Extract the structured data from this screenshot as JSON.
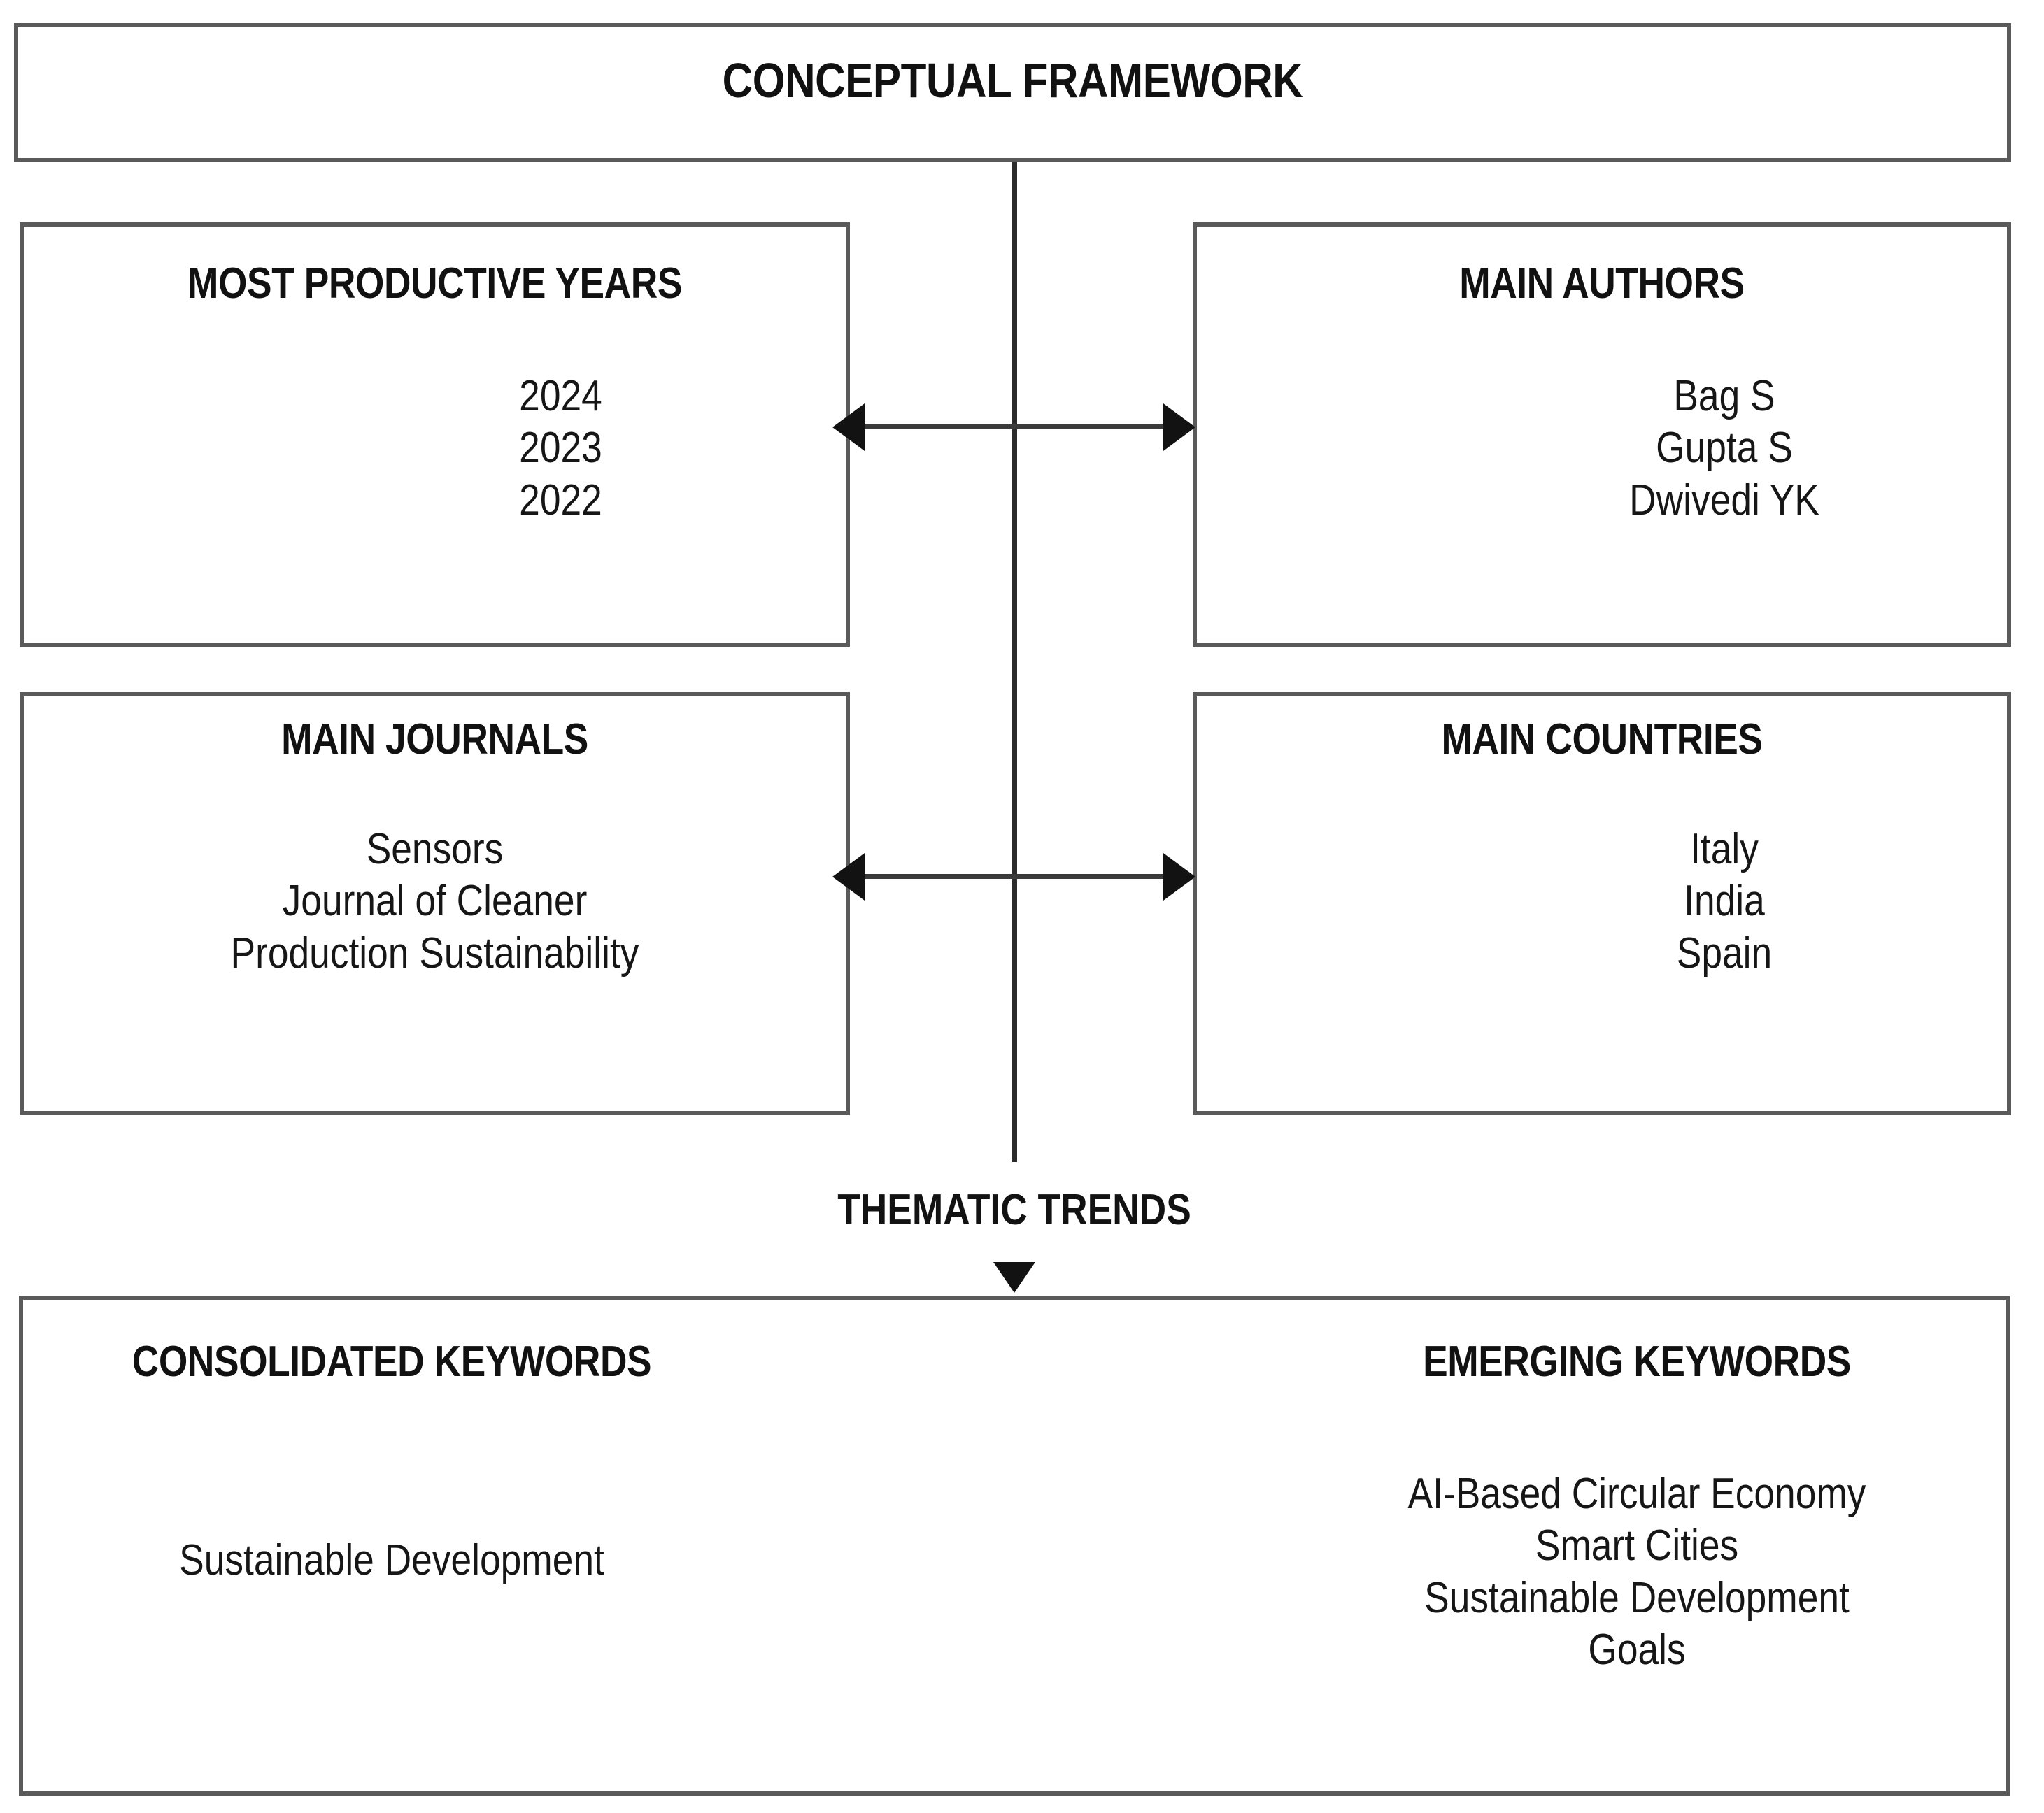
{
  "diagram": {
    "title": "CONCEPTUAL FRAMEWORK",
    "center_label": "THEMATIC TRENDS",
    "panels": {
      "most_productive_years": {
        "heading": "MOST PRODUCTIVE YEARS",
        "items": [
          "2024",
          "2023",
          "2022"
        ]
      },
      "main_authors": {
        "heading": "MAIN AUTHORS",
        "items": [
          "Bag S",
          "Gupta S",
          "Dwivedi YK"
        ]
      },
      "main_journals": {
        "heading": "MAIN JOURNALS",
        "items": [
          "Sensors",
          "Journal of Cleaner",
          "Production Sustainability"
        ]
      },
      "main_countries": {
        "heading": "MAIN COUNTRIES",
        "items": [
          "Italy",
          "India",
          "Spain"
        ]
      },
      "consolidated_keywords": {
        "heading": "CONSOLIDATED KEYWORDS",
        "items": [
          "Sustainable Development"
        ]
      },
      "emerging_keywords": {
        "heading": "EMERGING KEYWORDS",
        "items": [
          "AI-Based Circular Economy",
          "Smart Cities",
          "Sustainable Development",
          "Goals"
        ]
      }
    },
    "colors": {
      "border": "#5a5a5a",
      "connector": "#2b2b2b",
      "text": "#111111",
      "background": "#ffffff"
    }
  }
}
